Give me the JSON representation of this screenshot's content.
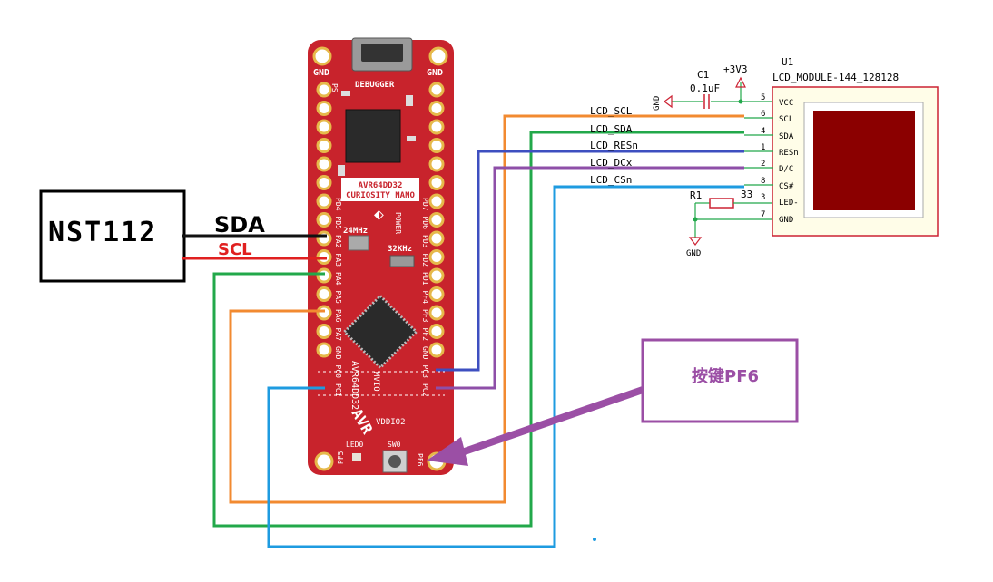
{
  "sensor": {
    "name": "NST112",
    "sda_label": "SDA",
    "scl_label": "SCL"
  },
  "board": {
    "name_line1": "AVR64DD32",
    "name_line2": "CURIOSITY NANO",
    "chip_side_label": "AVR64DD32",
    "debugger_label": "DEBUGGER",
    "gnd_left": "GND",
    "gnd_right": "GND",
    "ps_label": "PS",
    "power_label": "POWER",
    "xtal_24": "24MHz",
    "xtal_32": "32KHz",
    "brand": "AVR",
    "left_pins": [
      "PD4",
      "PD5",
      "PA2",
      "PA3",
      "PA4",
      "PA5",
      "PA6",
      "PA7",
      "GND",
      "PC0",
      "PC1"
    ],
    "right_pins": [
      "PD7",
      "PD6",
      "PD3",
      "PD2",
      "PD1",
      "PF4",
      "PF3",
      "PF2",
      "GND",
      "PC3",
      "PC2"
    ],
    "mvio": "MVIO",
    "vddio2": "VDDIO2",
    "led0": "LED0",
    "sw0": "SW0",
    "pf5": "PF5",
    "pf6": "PF6"
  },
  "lcd": {
    "ref": "U1",
    "part": "LCD_MODULE-144_128128",
    "pins": [
      {
        "num": "5",
        "name": "VCC"
      },
      {
        "num": "6",
        "name": "SCL"
      },
      {
        "num": "4",
        "name": "SDA"
      },
      {
        "num": "1",
        "name": "RESn"
      },
      {
        "num": "2",
        "name": "D/C"
      },
      {
        "num": "8",
        "name": "CS#"
      },
      {
        "num": "3",
        "name": "LED-"
      },
      {
        "num": "7",
        "name": "GND"
      }
    ],
    "nets": [
      "LCD_SCL",
      "LCD_SDA",
      "LCD_RESn",
      "LCD_DCx",
      "LCD_CSn"
    ],
    "c1_ref": "C1",
    "c1_value": "0.1uF",
    "power": "+3V3",
    "gnd": "GND",
    "r1_ref": "R1",
    "r1_value": "33",
    "screen_color": "#8b0000"
  },
  "callout": {
    "label": "按键PF6",
    "color": "#9b4fa5"
  },
  "colors": {
    "green": "#22a84a",
    "orange": "#f28a30",
    "blue": "#3e4fc0",
    "purple": "#8e4fa8",
    "cyan": "#1e9be0",
    "black": "#111111",
    "red": "#e02020",
    "board_red": "#c8232c"
  }
}
